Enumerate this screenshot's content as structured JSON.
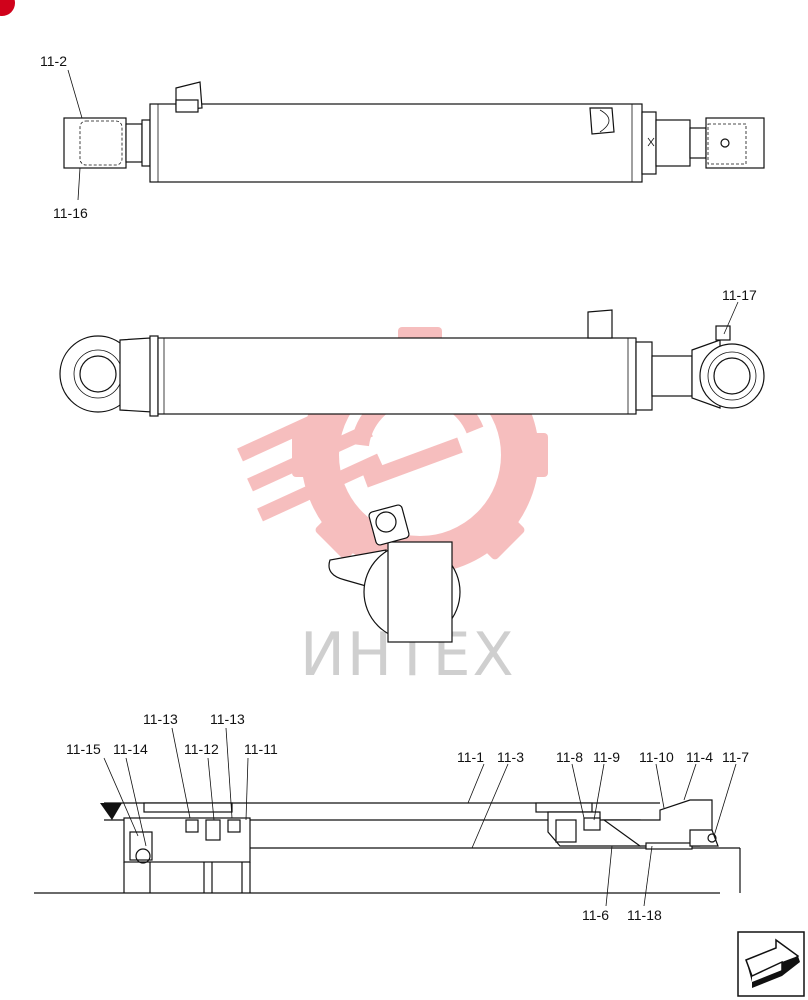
{
  "labels": {
    "top_view_rod_end": "11-2",
    "top_view_bushing": "11-16",
    "side_view_grease_fitting": "11-17",
    "seal_11_13_left": "11-13",
    "seal_11_13_right": "11-13",
    "seal_11_15": "11-15",
    "seal_11_14": "11-14",
    "seal_11_12": "11-12",
    "seal_11_11": "11-11",
    "tube_11_1": "11-1",
    "rod_11_3": "11-3",
    "seal_11_8": "11-8",
    "seal_11_9": "11-9",
    "seal_11_10": "11-10",
    "head_11_4": "11-4",
    "seal_11_7": "11-7",
    "bushing_11_6": "11-6",
    "bushing_11_18": "11-18"
  },
  "watermark": {
    "text": "ИНТЕХ"
  },
  "colors": {
    "line": "#111111",
    "watermark_gear": "#f3a6a6",
    "watermark_text": "#cfcfcf",
    "corner_badge": "#d0021b"
  },
  "icons": {
    "corner_badge": "red-dot-icon",
    "nav": "arrow-next-icon"
  }
}
